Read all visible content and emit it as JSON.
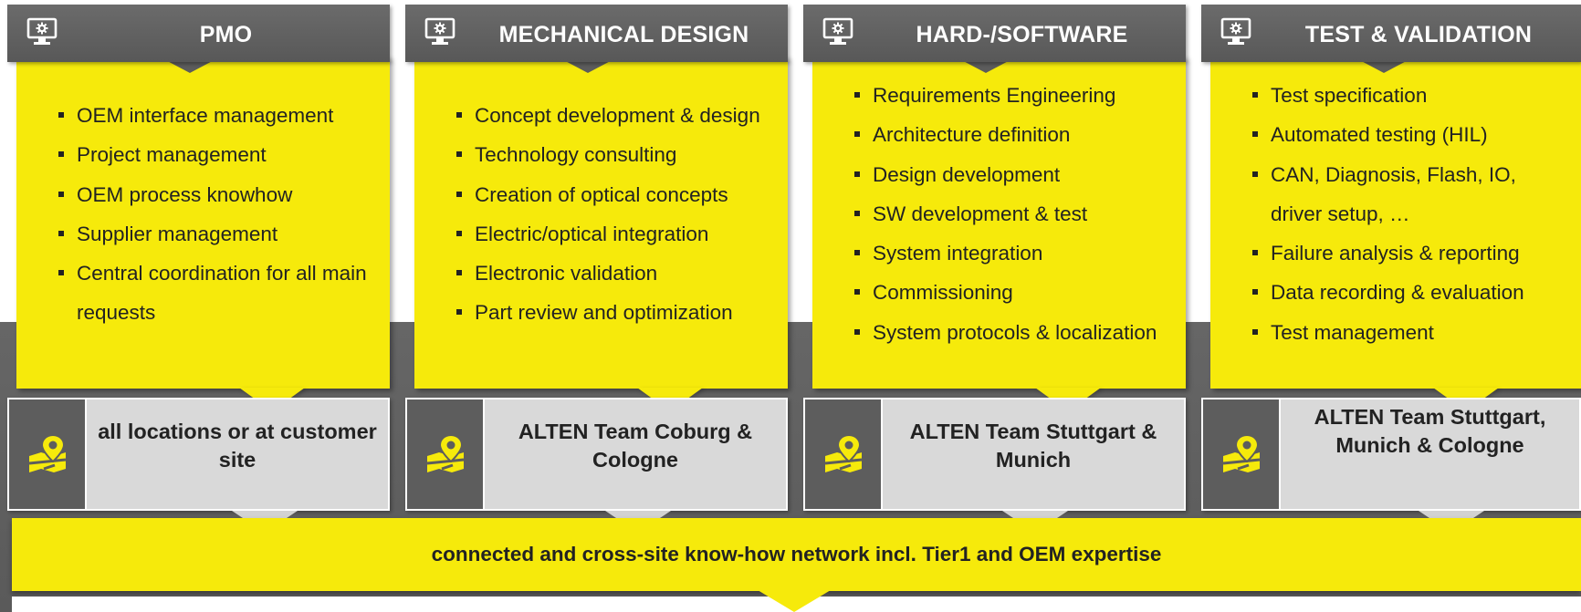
{
  "colors": {
    "yellow": "#f6ea0b",
    "header_grey": "#5c5c5c",
    "location_grey": "#d9d9d9",
    "text_dark": "#222222",
    "header_text": "#ffffff"
  },
  "columns": [
    {
      "icon": "monitor-gear-icon",
      "title": "PMO",
      "bullets": [
        "OEM interface management",
        "Project management",
        "OEM process knowhow",
        "Supplier management",
        "Central coordination for all main",
        "requests"
      ],
      "location_icon": "map-pin-icon",
      "location": "all locations or at customer site"
    },
    {
      "icon": "monitor-gear-icon",
      "title": "MECHANICAL DESIGN",
      "bullets": [
        "Concept development & design",
        "Technology consulting",
        "Creation of optical concepts",
        "Electric/optical integration",
        "Electronic validation",
        "Part review and optimization"
      ],
      "location_icon": "map-pin-icon",
      "location": "ALTEN Team Coburg & Cologne"
    },
    {
      "icon": "monitor-gear-icon",
      "title": "HARD-/SOFTWARE",
      "bullets": [
        "Requirements Engineering",
        "Architecture definition",
        "Design development",
        "SW development & test",
        "System integration",
        "Commissioning",
        "System protocols & localization"
      ],
      "location_icon": "map-pin-icon",
      "location": "ALTEN Team Stuttgart & Munich"
    },
    {
      "icon": "monitor-gear-icon",
      "title": "TEST & VALIDATION",
      "bullets": [
        "Test specification",
        "Automated testing (HIL)",
        "CAN, Diagnosis, Flash, IO,",
        "driver setup, …",
        "Failure analysis & reporting",
        "Data recording & evaluation",
        "Test management"
      ],
      "location_icon": "map-pin-icon",
      "location": "ALTEN Team Stuttgart, Munich & Cologne"
    }
  ],
  "network": {
    "text": "connected and cross-site know-how network incl. Tier1 and OEM expertise"
  }
}
